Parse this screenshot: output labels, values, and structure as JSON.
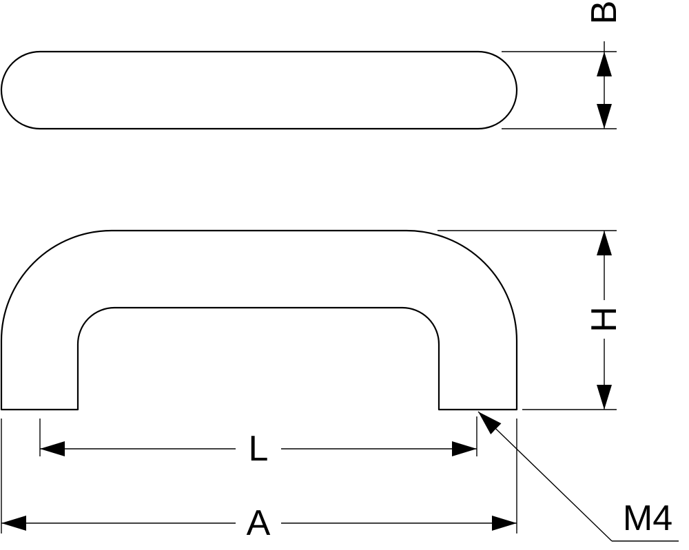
{
  "labels": {
    "B": "B",
    "H": "H",
    "L": "L",
    "A": "A",
    "thread": "M4"
  },
  "colors": {
    "line": "#000000",
    "background": "#ffffff"
  }
}
